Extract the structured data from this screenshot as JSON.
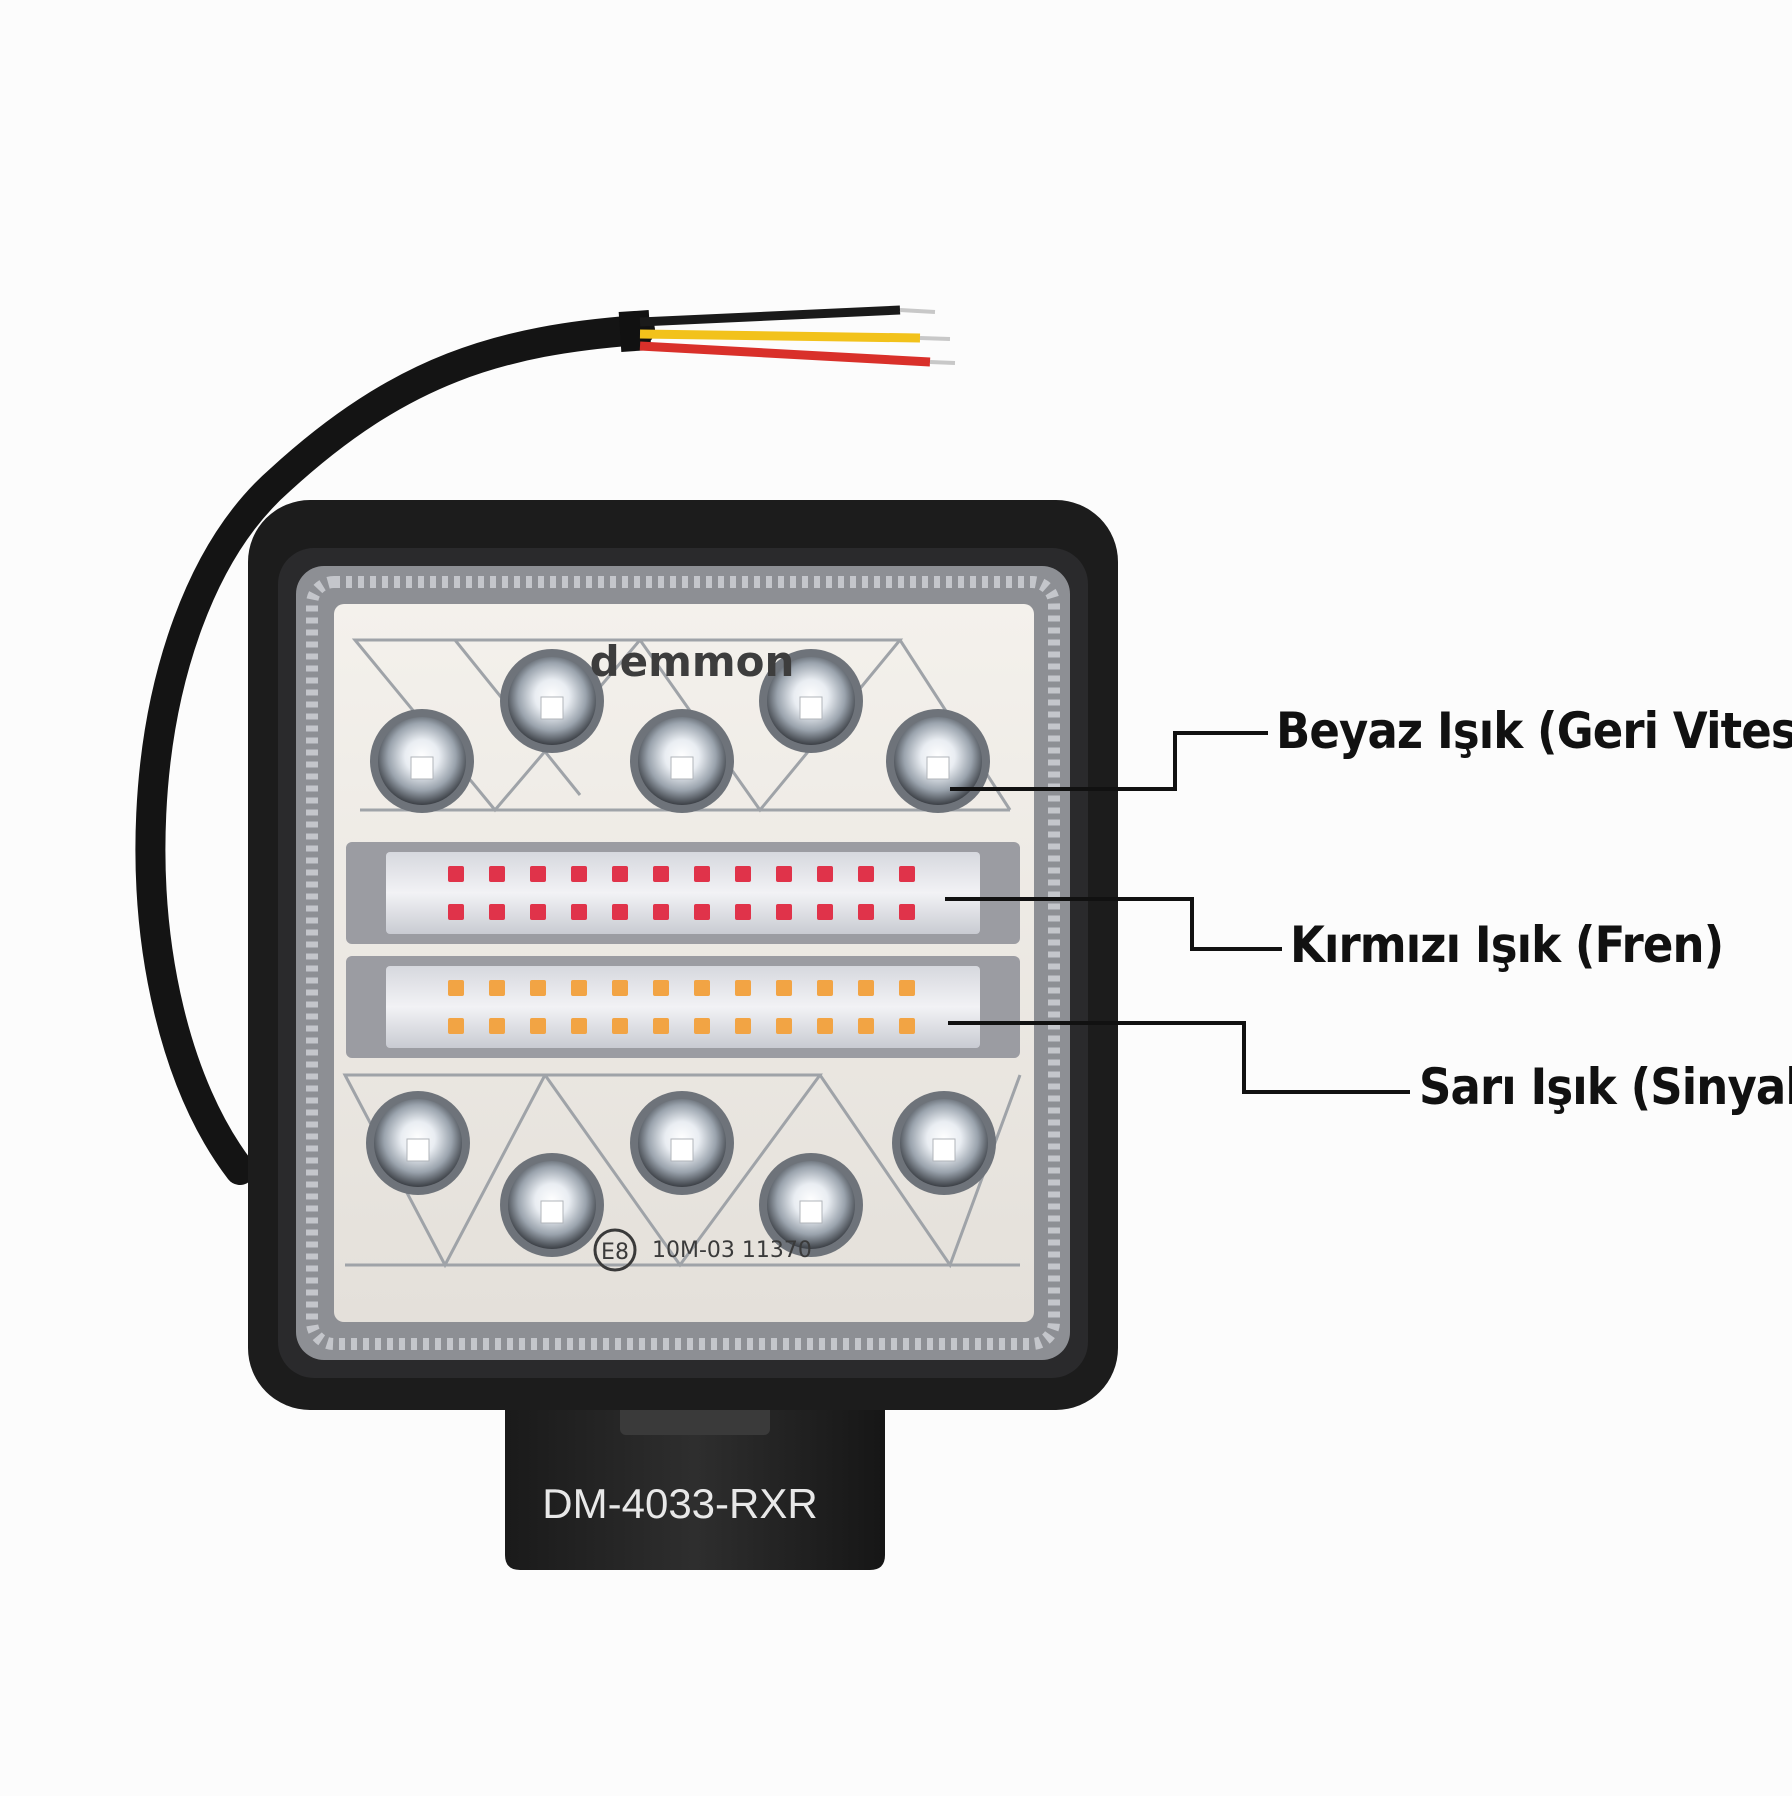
{
  "product": {
    "brand": "demmon",
    "model": "DM-4033-RXR",
    "certification": "10M-03 11370",
    "e_mark": "E8",
    "housing_color": "#1c1c1c",
    "background_color": "#fcfcfc"
  },
  "callouts": [
    {
      "label": "Beyaz Işık (Geri Vites)",
      "light_color": "#ffffff"
    },
    {
      "label": "Kırmızı Işık (Fren)",
      "light_color": "#e0334a"
    },
    {
      "label": "Sarı Işık (Sinyal)",
      "light_color": "#f2a444"
    }
  ],
  "wires": [
    {
      "color": "#1a1a1a"
    },
    {
      "color": "#f2c21b"
    },
    {
      "color": "#d9302a"
    }
  ],
  "led_strips": {
    "red_led_color": "#e0334a",
    "amber_led_color": "#f2a444"
  }
}
